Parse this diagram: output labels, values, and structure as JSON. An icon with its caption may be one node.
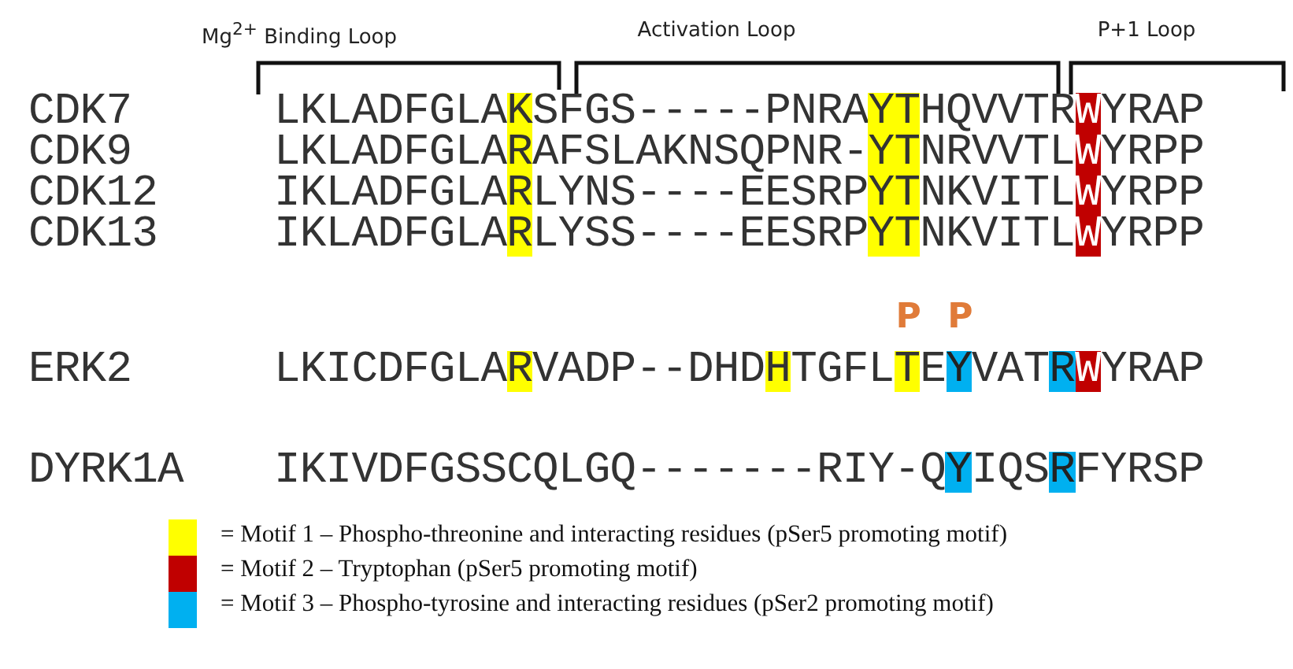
{
  "diagram": {
    "labels": [
      "Mg$^{2+}$ Binding Loop",
      "Activation Loop",
      "P+1 Loop",
      "CDK7",
      "LKLADFGLAKSFGS-----PNRAYTHQVVTRWYRAP",
      "CDK9",
      "LKLADFGLARAFSLAKNSQPNR-YTNRVVTLWYRPP",
      "CDK12",
      "IKLADFGLARLYNS----EESRPYTNKVITLWYRPP",
      "CDK13",
      "IKLADFGLARLYSS----EESRPYTNKVITLWYRPP",
      "P",
      "P",
      "ERK2",
      "LKICDFGLARVADP--DHDHTGFLTEYVATRWYRAP",
      "DYRK1A",
      "IKIVDFGSSCQLGQ-------RIY-QYIQSRFYRSP"
    ],
    "legend": [
      {
        "text": "= Motif 1 – Phospho-threonine and interacting residues (pSer5 promoting motif)",
        "color": "#ffff00"
      },
      {
        "text": "= Motif 2 – Tryptophan (pSer5 promoting motif)",
        "color": "#c00000"
      },
      {
        "text": "= Motif 3 – Phospho-tyrosine and interacting residues (pSer2 promoting motif)",
        "color": "#00b0f0"
      }
    ]
  }
}
